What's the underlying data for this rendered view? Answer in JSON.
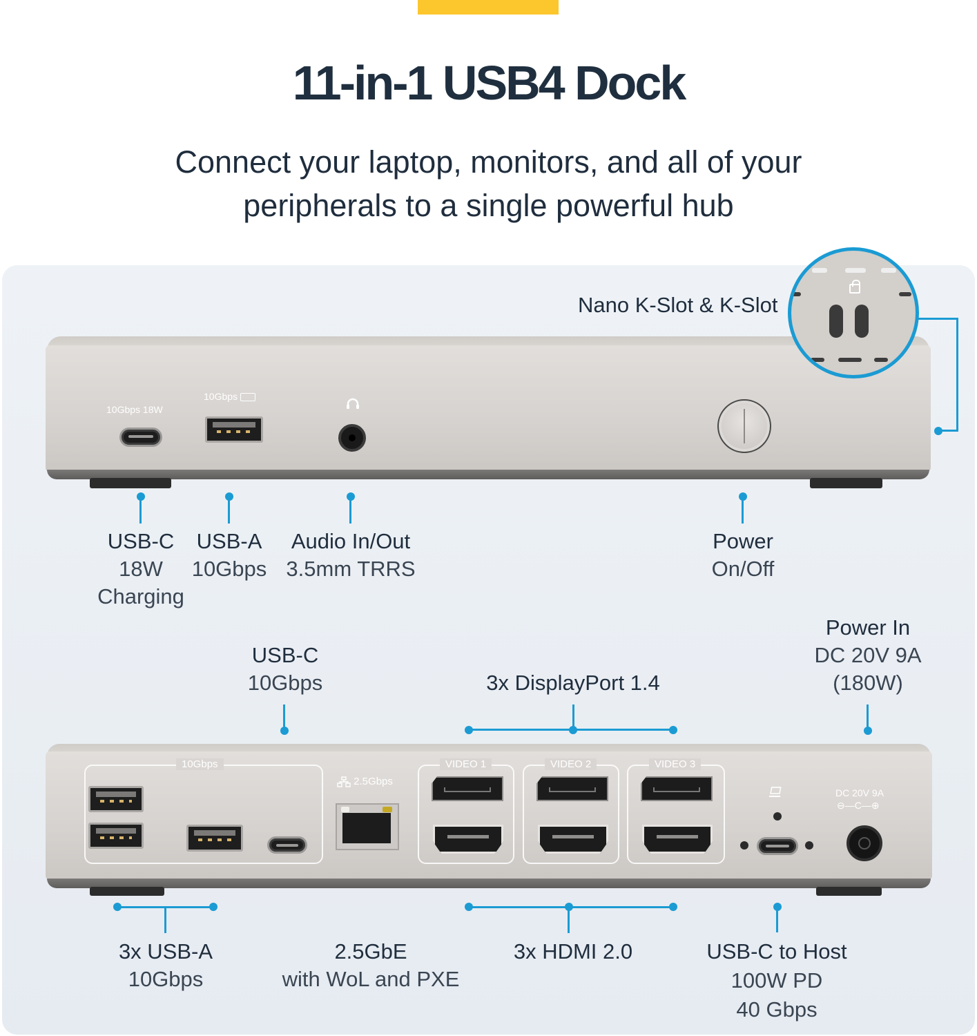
{
  "header": {
    "title": "11-in-1 USB4 Dock",
    "subtitle_line1": "Connect your laptop, monitors, and all of your",
    "subtitle_line2": "peripherals to a single powerful hub"
  },
  "colors": {
    "accent_bar": "#fcc62d",
    "callout_blue": "#1b9bd3",
    "title_text": "#1f2f3f",
    "panel_bg": "#eaeef3"
  },
  "front_view": {
    "port_labels": {
      "usbc": "10Gbps 18W",
      "usba": "10Gbps",
      "usba_icon": "battery-charge-icon",
      "audio_icon": "headset-icon"
    },
    "kslot_callout": "Nano K-Slot & K-Slot",
    "callouts": [
      {
        "main": "USB-C",
        "sub1": "18W",
        "sub2": "Charging"
      },
      {
        "main": "USB-A",
        "sub1": "10Gbps"
      },
      {
        "main": "Audio In/Out",
        "sub1": "3.5mm TRRS"
      },
      {
        "main": "Power",
        "sub1": "On/Off"
      }
    ]
  },
  "rear_view": {
    "port_labels": {
      "usb_group": "10Gbps",
      "ethernet": "2.5Gbps",
      "video1": "VIDEO 1",
      "video2": "VIDEO 2",
      "video3": "VIDEO 3",
      "dc_in": "DC 20V 9A",
      "polarity": "⊖—C—⊕"
    },
    "top_callouts": [
      {
        "main": "USB-C",
        "sub1": "10Gbps"
      },
      {
        "main": "3x DisplayPort 1.4"
      },
      {
        "main": "Power In",
        "sub1": "DC 20V 9A",
        "sub2": "(180W)"
      }
    ],
    "bottom_callouts": [
      {
        "main": "3x USB-A",
        "sub1": "10Gbps"
      },
      {
        "main": "2.5GbE",
        "sub1": "with WoL and PXE"
      },
      {
        "main": "3x HDMI 2.0"
      },
      {
        "main": "USB-C to Host",
        "sub1": "100W PD",
        "sub2": "40 Gbps"
      }
    ]
  }
}
